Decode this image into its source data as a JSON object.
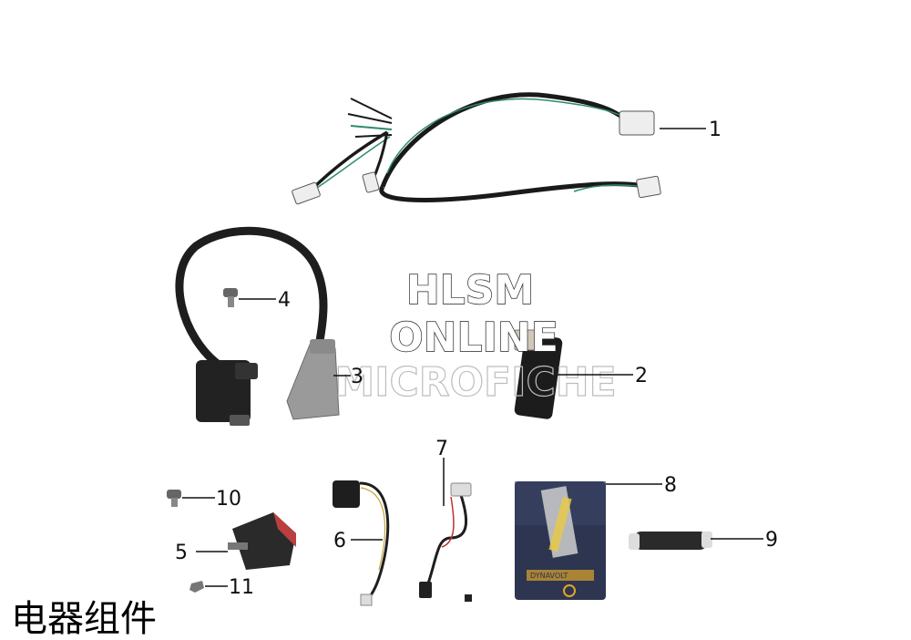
{
  "title": "电器组件",
  "watermark": {
    "line1": "HLSM",
    "line2": "ONLINE",
    "line3": "MICROFICHE"
  },
  "callouts": [
    {
      "id": "1",
      "part": "wire-harness"
    },
    {
      "id": "2",
      "part": "cdi-unit"
    },
    {
      "id": "3",
      "part": "ignition-coil"
    },
    {
      "id": "4",
      "part": "bolt"
    },
    {
      "id": "5",
      "part": "regulator-rectifier"
    },
    {
      "id": "6",
      "part": "lead-wire"
    },
    {
      "id": "7",
      "part": "sub-harness"
    },
    {
      "id": "8",
      "part": "battery"
    },
    {
      "id": "9",
      "part": "battery-strap"
    },
    {
      "id": "10",
      "part": "bolt"
    },
    {
      "id": "11",
      "part": "nut"
    }
  ],
  "battery": {
    "brand_label": "DYNAVOLT"
  },
  "colors": {
    "line": "#111111",
    "wire_black": "#1a1a1a",
    "wire_green": "#2e8b6e",
    "battery_body": "#2d3550",
    "battery_label": "#e0a52a",
    "connector": "#eeeeee"
  }
}
